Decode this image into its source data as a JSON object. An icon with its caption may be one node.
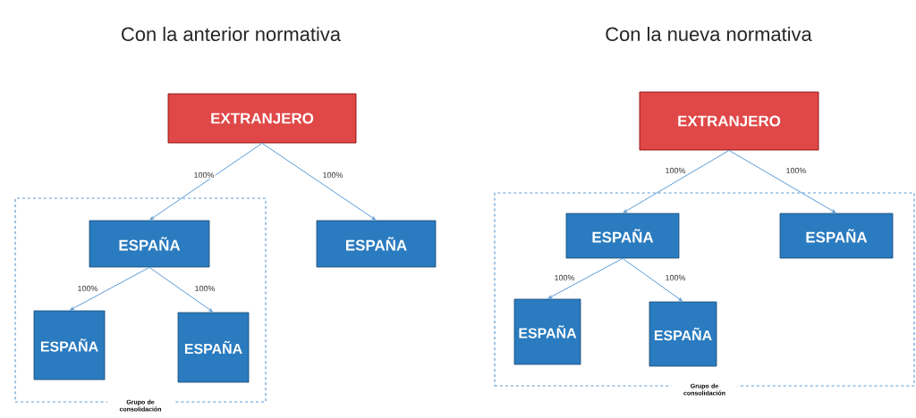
{
  "diagram": {
    "nodes": [
      {
        "text": [
          "EXTRANJERO"
        ]
      },
      {
        "text": [
          "Grupo de consolidación"
        ]
      },
      {
        "text": [
          "ESPAÑA"
        ],
        "in": 1
      },
      {
        "text": [
          "ESPAÑA"
        ],
        "in": 1
      },
      {
        "text": [
          "ESPAÑA"
        ],
        "in": 1
      },
      {
        "text": [
          "ESPAÑA"
        ]
      },
      {
        "text": [
          "EXTRANJERO"
        ]
      },
      {
        "text": [
          "Grupo de consolidación"
        ]
      },
      {
        "text": [
          "ESPAÑA"
        ],
        "in": 7
      },
      {
        "text": [
          "ESPAÑA"
        ],
        "in": 7
      },
      {
        "text": [
          "ESPAÑA"
        ],
        "in": 7
      },
      {
        "text": [
          "ESPAÑA"
        ],
        "in": 7
      }
    ],
    "edges": [
      {
        "from": 0,
        "to": 2,
        "arrow": "to",
        "label": "100%"
      },
      {
        "from": 0,
        "to": 5,
        "arrow": "to",
        "label": "100%"
      },
      {
        "from": 2,
        "to": 3,
        "arrow": "to",
        "label": "100%"
      },
      {
        "from": 2,
        "to": 4,
        "arrow": "to",
        "label": "100%"
      },
      {
        "from": 6,
        "to": 8,
        "arrow": "to",
        "label": "100%"
      },
      {
        "from": 6,
        "to": 9,
        "arrow": "to",
        "label": "100%"
      },
      {
        "from": 8,
        "to": 10,
        "arrow": "to",
        "label": "100%"
      },
      {
        "from": 8,
        "to": 11,
        "arrow": "to",
        "label": "100%"
      }
    ],
    "labels": [
      "Con la anterior normativa",
      "Con la nueva normativa"
    ]
  }
}
